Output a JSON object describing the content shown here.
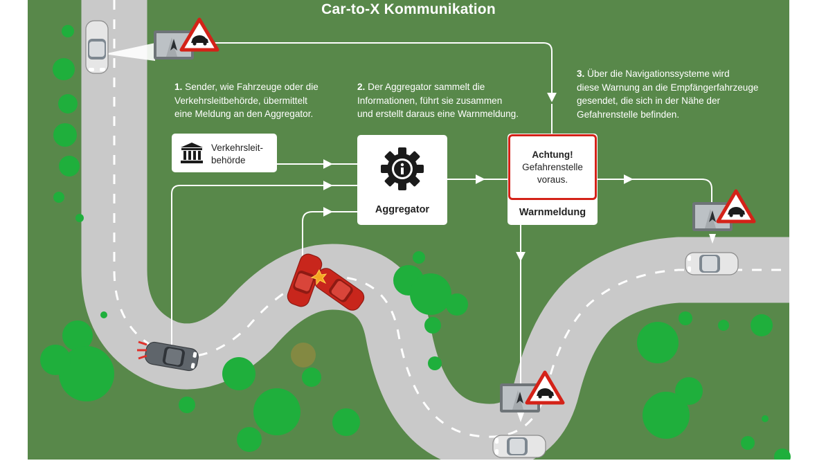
{
  "title": "Car-to-X Kommunikation",
  "steps": [
    {
      "number": "1.",
      "lines": [
        "Sender, wie Fahrzeuge oder die",
        "Verkehrsleitbehörde, übermittelt",
        "eine Meldung an den Aggregator."
      ]
    },
    {
      "number": "2.",
      "lines": [
        "Der Aggregator sammelt die",
        "Informationen, führt sie zusammen",
        "und erstellt daraus eine Warnmeldung."
      ]
    },
    {
      "number": "3.",
      "lines": [
        "Über die Navigationssysteme wird",
        "diese Warnung an die Empfängerfahrzeuge",
        "gesendet, die sich in der Nähe der",
        "Gefahrenstelle befinden."
      ]
    }
  ],
  "nodes": {
    "authority": {
      "line1": "Verkehrsleit-",
      "line2": "behörde",
      "icon": "government-building-icon"
    },
    "aggregator": {
      "label": "Aggregator",
      "icon": "gear-info-icon"
    },
    "warning": {
      "heading": "Achtung!",
      "line1": "Gefahrenstelle",
      "line2": "voraus.",
      "label": "Warnmeldung"
    }
  },
  "icons": {
    "warning_sign": "warning-triangle-car-icon",
    "navigation": "navigation-display-icon",
    "collision": "collision-spark-icon"
  },
  "colors": {
    "grass": "#58884a",
    "road": "#c9c9c9",
    "alert_red": "#d42218",
    "tree": "#1faf3c",
    "accident_car": "#c8261c",
    "flow_line": "#ffffff"
  }
}
